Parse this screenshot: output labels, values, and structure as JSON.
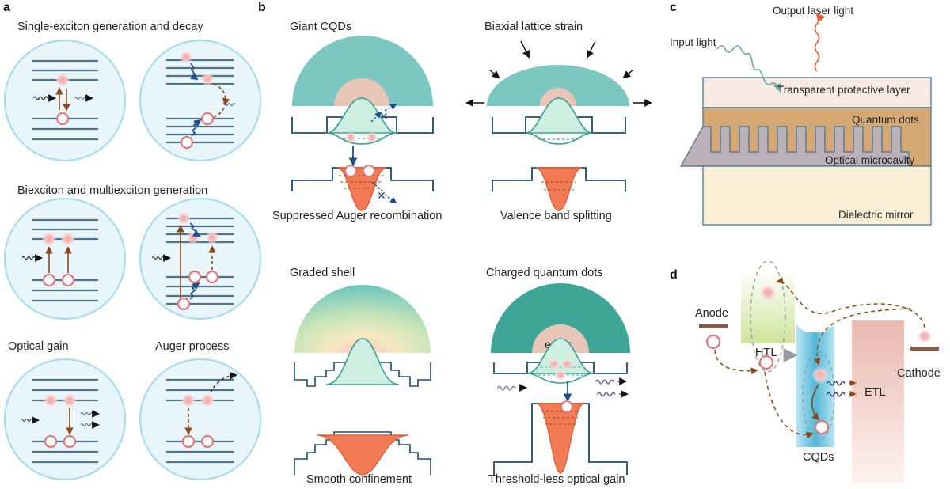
{
  "panels": {
    "a": {
      "label": "a",
      "row1_title": "Single-exciton generation and decay",
      "row2_title": "Biexciton and multiexciton generation",
      "row3_left_title": "Optical gain",
      "row3_right_title": "Auger process"
    },
    "b": {
      "label": "b",
      "giant_title": "Giant CQDs",
      "giant_caption": "Suppressed Auger recombination",
      "strain_title": "Biaxial lattice strain",
      "strain_caption": "Valence band splitting",
      "graded_title": "Graded shell",
      "graded_caption": "Smooth confinement",
      "charged_title": "Charged quantum dots",
      "charged_caption": "Threshold-less optical gain",
      "charged_electrons": "e⁻ e⁻"
    },
    "c": {
      "label": "c",
      "output_light": "Output laser light",
      "input_light": "Input light",
      "layers": [
        "Transparent protective layer",
        "Quantum dots",
        "Optical microcavity",
        "Dielectric mirror"
      ]
    },
    "d": {
      "label": "d",
      "anode": "Anode",
      "htl": "HTL",
      "etl": "ETL",
      "cathode": "Cathode",
      "cqds": "CQDs"
    }
  },
  "colors": {
    "level_line": "#4f7489",
    "circle_fill": "#e8f6fb",
    "circle_stroke": "#a9dbee",
    "exciton_red": "#e0787c",
    "arrow_brown": "#8a4a1a",
    "blue_arrow": "#1f4e8c",
    "teal": "#7cc7c0",
    "teal_dark": "#3a9e92",
    "orange_well": "#f27a55",
    "htl_green": "#d8e8b0",
    "cqd_blue": "#6fc3e0",
    "etl_pink": "#f0cfc7"
  }
}
